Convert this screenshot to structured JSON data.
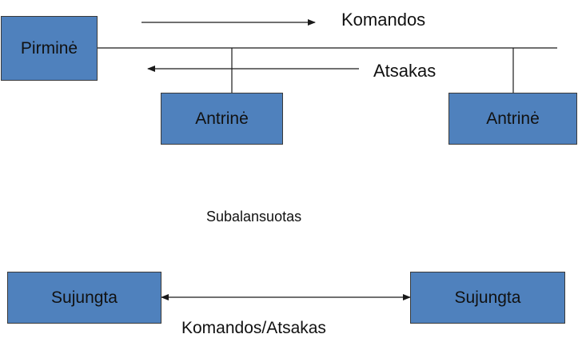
{
  "colors": {
    "box_fill": "#4f81bd",
    "box_border": "#3a3a3a",
    "line": "#1a1a1a",
    "text": "#111111",
    "background": "#ffffff"
  },
  "diagram": {
    "top": {
      "primary": "Pirminė",
      "secondary_left": "Antrinė",
      "secondary_right": "Antrinė",
      "command_label": "Komandos",
      "response_label": "Atsakas"
    },
    "middle_label": "Subalansuotas",
    "bottom": {
      "left_node": "Sujungta",
      "right_node": "Sujungta",
      "link_label": "Komandos/Atsakas"
    }
  }
}
